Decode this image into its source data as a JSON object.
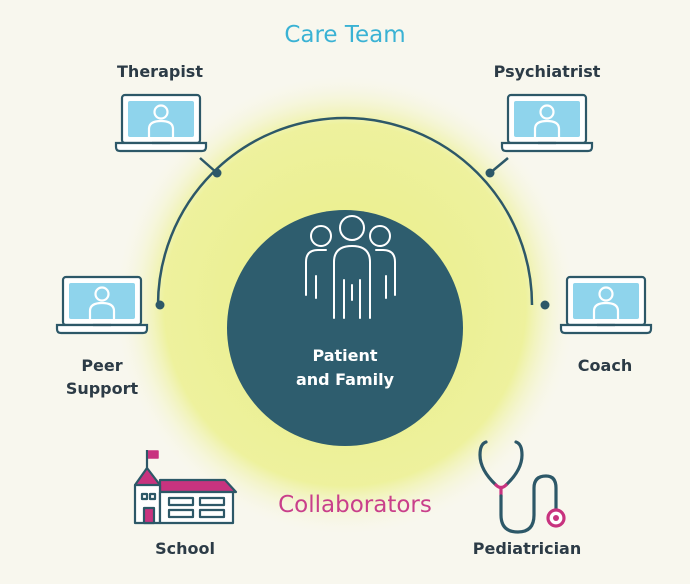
{
  "headings": {
    "care_team": "Care Team",
    "collaborators": "Collaborators"
  },
  "center": {
    "line1": "Patient",
    "line2": "and Family"
  },
  "care_team": {
    "therapist": "Therapist",
    "psychiatrist": "Psychiatrist",
    "peer_support_line1": "Peer",
    "peer_support_line2": "Support",
    "coach": "Coach"
  },
  "collaborators": {
    "school": "School",
    "pediatrician": "Pediatrician"
  },
  "colors": {
    "background": "#f8f7ee",
    "glow": "#eaef8c",
    "navy": "#2e5d6e",
    "arc": "#2d5868",
    "screen": "#8fd4ec",
    "care_team_heading": "#3ab2d4",
    "collaborators_heading": "#c93f8b",
    "label_text": "#2c3b46",
    "magenta": "#c8337f"
  },
  "icons": {
    "laptop": "laptop-user-icon",
    "group": "people-group-icon",
    "school": "school-building-icon",
    "stethoscope": "stethoscope-icon"
  }
}
